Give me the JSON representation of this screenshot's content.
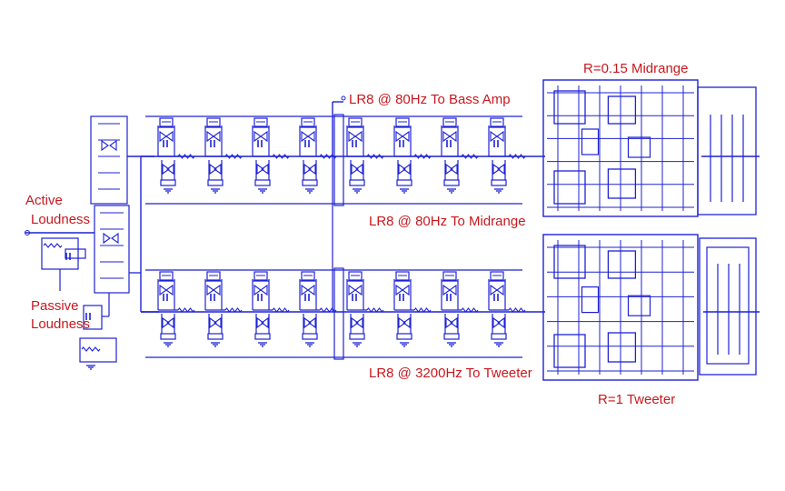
{
  "labels": {
    "active_line1": "Active",
    "active_line2": "Loudness",
    "passive_line1": "Passive",
    "passive_line2": "Loudness",
    "bass_out": "LR8 @ 80Hz To Bass Amp",
    "mid_out": "LR8 @ 80Hz To Midrange",
    "tweet_out": "LR8 @ 3200Hz To Tweeter",
    "mid_amp": "R=0.15  Midrange",
    "tweet_amp": "R=1 Tweeter"
  },
  "colors": {
    "wire": "#1e22d6",
    "label": "#c8181e",
    "panel_background": "#f4f6fb"
  }
}
